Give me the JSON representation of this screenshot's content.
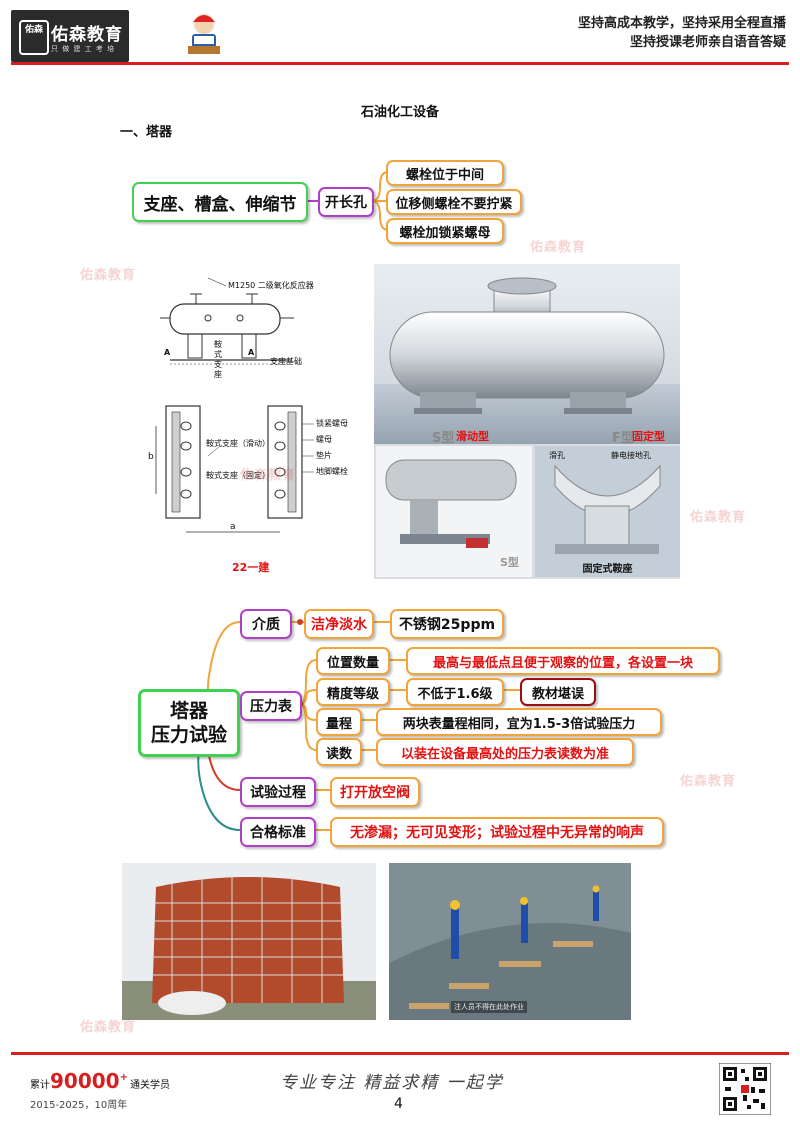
{
  "header": {
    "brand": "佑森教育",
    "seal": "佑森",
    "slogan_small": "只 做 建 工 考 培",
    "line1": "坚持高成本教学，坚持采用全程直播",
    "line2": "坚持授课老师亲自语音答疑"
  },
  "doc_title": "石油化工设备",
  "section_title": "一、塔器",
  "map1": {
    "root": "支座、槽盒、伸缩节",
    "node": "开长孔",
    "leaves": [
      "螺栓位于中间",
      "位移侧螺栓不要拧紧",
      "螺栓加锁紧螺母"
    ]
  },
  "drawing": {
    "label_top": "M1250 二级氧化反应器",
    "label_support": "鞍式支座",
    "label_base": "支座基础",
    "label_slide": "鞍式支座（滑动）",
    "label_fixed": "鞍式支座（固定）",
    "legend": [
      "锁紧螺母",
      "螺母",
      "垫片",
      "地脚螺栓"
    ],
    "dim_a": "a",
    "dim_b": "b",
    "marker_a": "A",
    "caption": "22一建"
  },
  "photo_tank": {
    "s_label": "S型",
    "s_text": "滑动型",
    "f_label": "F型",
    "f_text": "固定型",
    "small_s": "S型",
    "saddle_caption": "固定式鞍座",
    "hole1": "滑孔",
    "hole2": "静电接地孔"
  },
  "map2": {
    "root_line1": "塔器",
    "root_line2": "压力试验",
    "branches": {
      "medium": {
        "label": "介质",
        "value": "洁净淡水",
        "detail": "不锈钢25ppm"
      },
      "gauge": {
        "label": "压力表",
        "rows": [
          {
            "label": "位置数量",
            "value": "最高与最低点且便于观察的位置，各设置一块"
          },
          {
            "label": "精度等级",
            "value": "不低于1.6级",
            "note": "教材堪误"
          },
          {
            "label": "量程",
            "value": "两块表量程相同，宜为1.5-3倍试验压力"
          },
          {
            "label": "读数",
            "value": "以装在设备最高处的压力表读数为准"
          }
        ]
      },
      "process": {
        "label": "试验过程",
        "value": "打开放空阀"
      },
      "standard": {
        "label": "合格标准",
        "value": "无渗漏；无可见变形；试验过程中无异常的响声"
      }
    }
  },
  "photo_inside": {
    "caption": "注人员不得在此处作业"
  },
  "watermark": "佑森教育",
  "footer": {
    "prefix": "累计",
    "number": "90000",
    "plus": "+",
    "suffix": "通关学员",
    "years": "2015-2025，10周年",
    "page": "4",
    "signature": "专业专注 精益求精 一起学"
  },
  "colors": {
    "red": "#d62020",
    "green": "#3fd14f",
    "purple": "#b13ec7",
    "orange": "#f0a43a",
    "teal": "#2d8c8c"
  }
}
